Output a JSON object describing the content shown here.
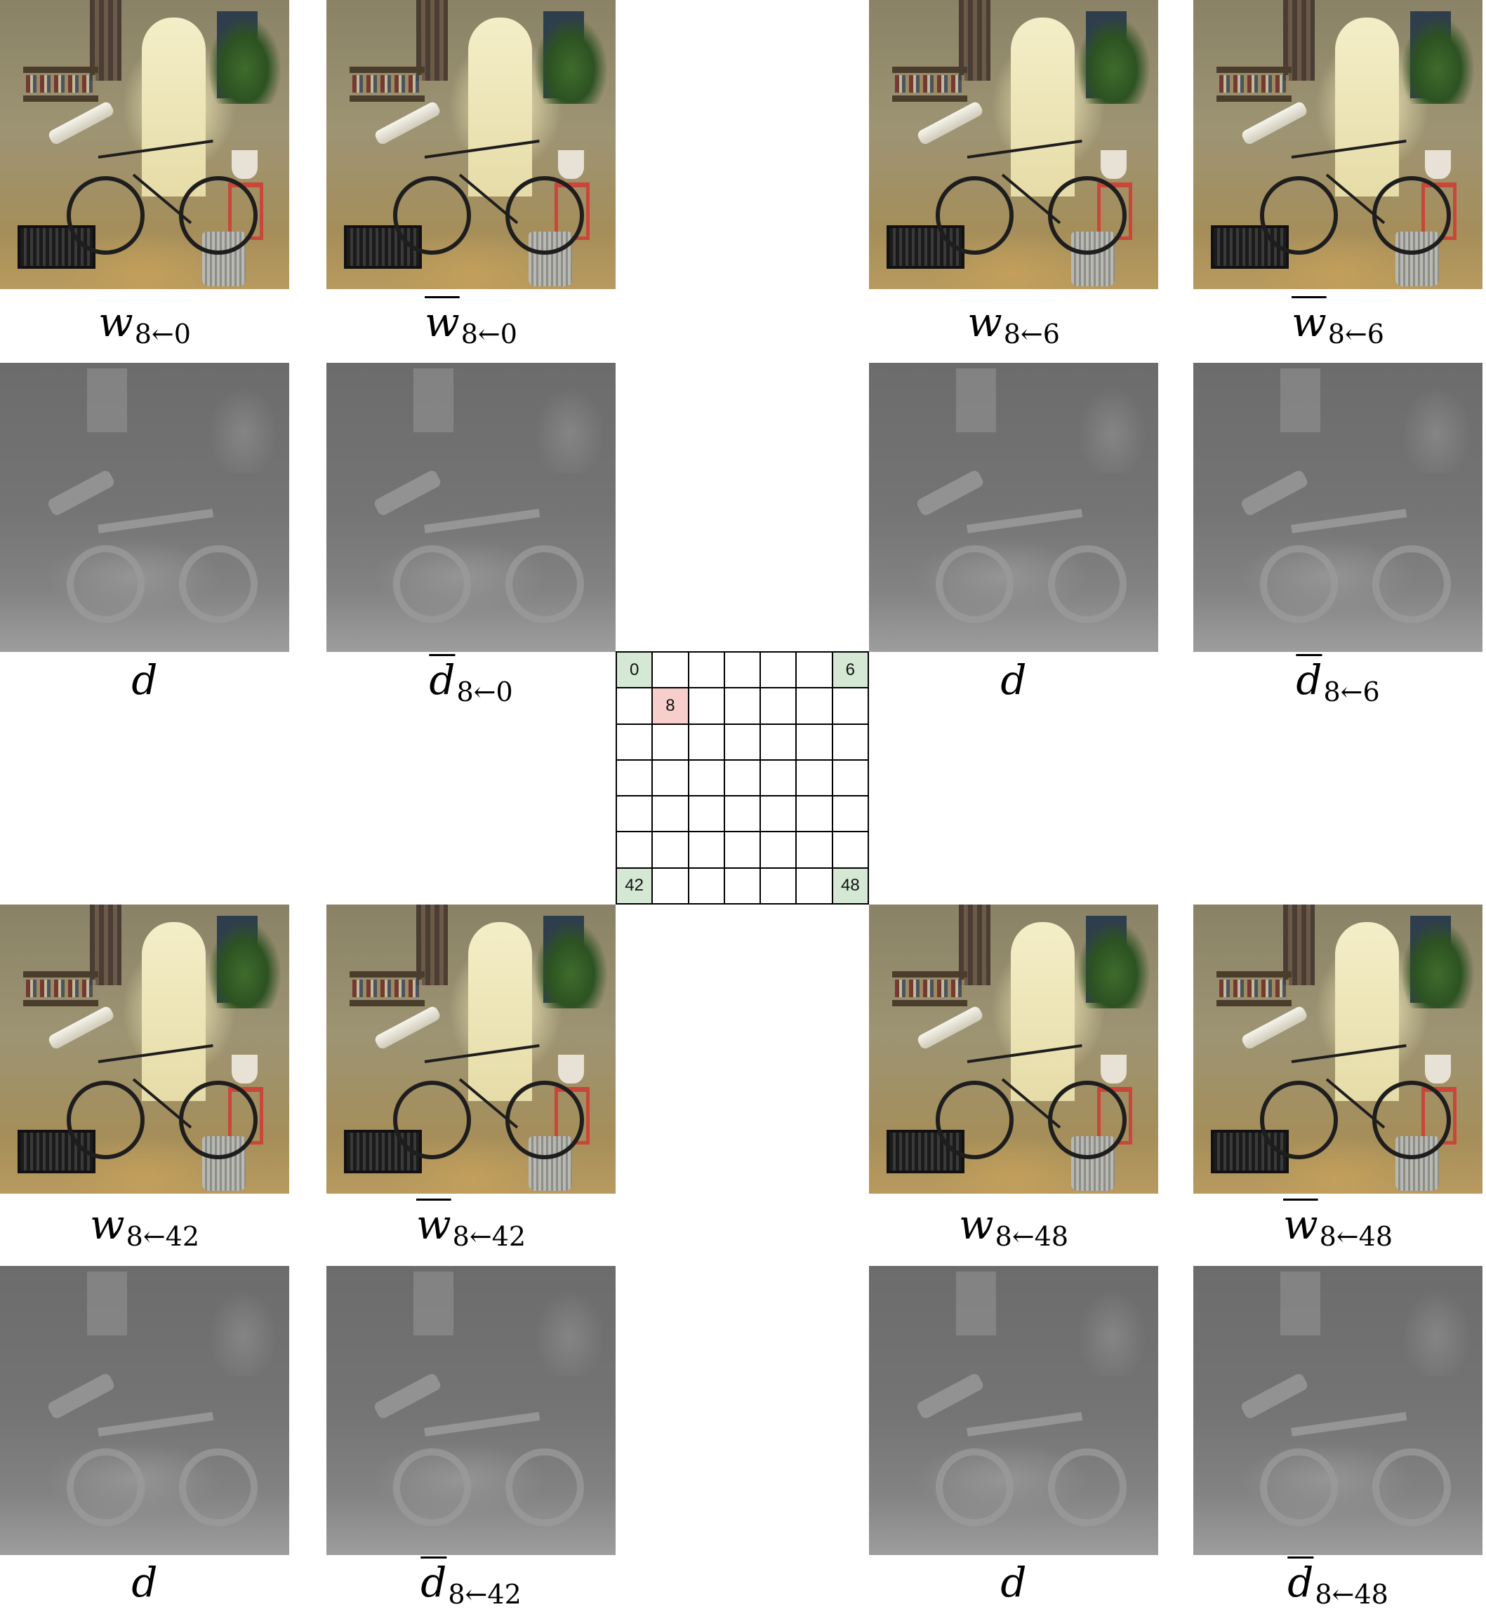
{
  "colors": {
    "view_cell": "#d5e8d4",
    "target_cell": "#f8cecc",
    "grid_line": "#000000"
  },
  "grid": {
    "rows": 7,
    "cols": 7,
    "target_label": "8",
    "view_labels": [
      "0",
      "6",
      "42",
      "48"
    ]
  },
  "panels": {
    "tl": {
      "w_sym": "w",
      "w_sub": "8←0",
      "wbar_sym": "w",
      "wbar_sub": "8←0",
      "d_sym": "d",
      "dbar_sym": "d",
      "dbar_sub": "8←0"
    },
    "tr": {
      "w_sym": "w",
      "w_sub": "8←6",
      "wbar_sym": "w",
      "wbar_sub": "8←6",
      "d_sym": "d",
      "dbar_sym": "d",
      "dbar_sub": "8←6"
    },
    "bl": {
      "w_sym": "w",
      "w_sub": "8←42",
      "wbar_sym": "w",
      "wbar_sub": "8←42",
      "d_sym": "d",
      "dbar_sym": "d",
      "dbar_sub": "8←42"
    },
    "br": {
      "w_sym": "w",
      "w_sub": "8←48",
      "wbar_sym": "w",
      "wbar_sub": "8←48",
      "d_sym": "d",
      "dbar_sym": "d",
      "dbar_sub": "8←48"
    }
  }
}
